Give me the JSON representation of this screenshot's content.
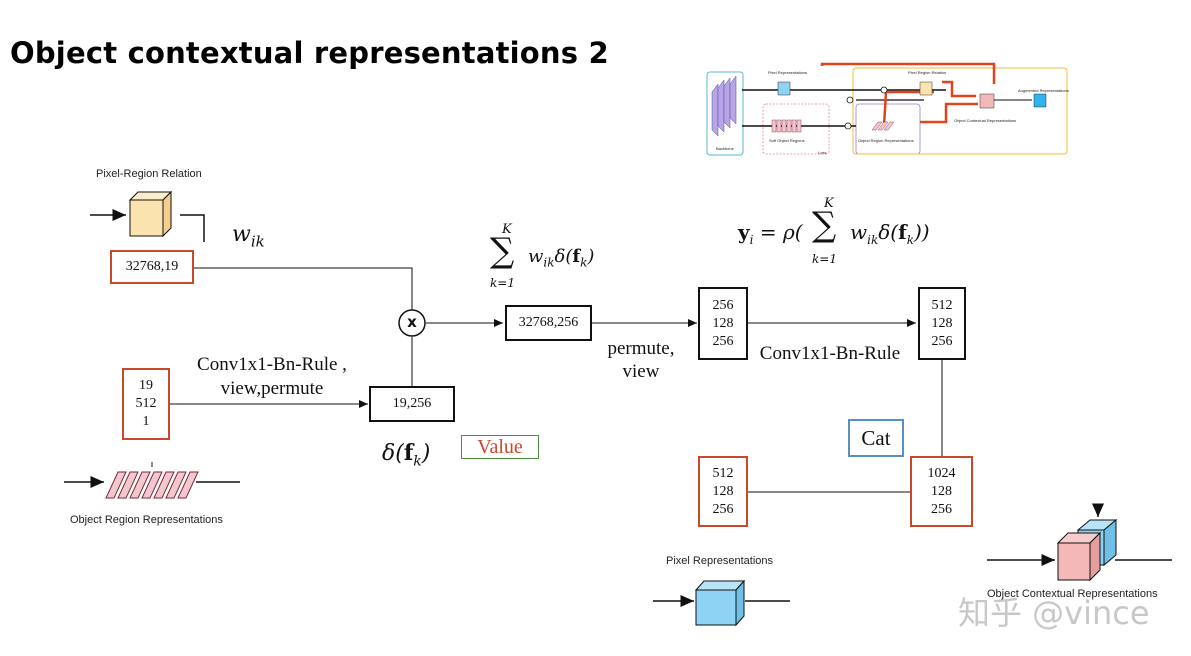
{
  "title": "Object contextual representations 2",
  "nodes": {
    "pixel_region_relation": {
      "caption": "Pixel-Region Relation",
      "shape": "32768,19"
    },
    "object_region": {
      "caption": "Object Region Representations",
      "shape": [
        "19",
        "512",
        "1"
      ]
    },
    "value": {
      "shape": "19,256"
    },
    "product": {
      "shape": "32768,256"
    },
    "permuted": {
      "shape": [
        "256",
        "128",
        "256"
      ]
    },
    "conv_out": {
      "shape": [
        "512",
        "128",
        "256"
      ]
    },
    "pixel_repr": {
      "caption": "Pixel Representations",
      "shape": [
        "512",
        "128",
        "256"
      ]
    },
    "concat": {
      "shape": [
        "1024",
        "128",
        "256"
      ]
    },
    "ocr": {
      "caption": "Object Contextual Representations"
    }
  },
  "operators": {
    "multiply": "x",
    "conv_view_permute_line1": "Conv1x1-Bn-Rule ,",
    "conv_view_permute_line2": "view,permute",
    "permute_view_line1": "permute,",
    "permute_view_line2": "view",
    "conv": "Conv1x1-Bn-Rule"
  },
  "tags": {
    "value": "Value",
    "cat": "Cat"
  },
  "math": {
    "w_ik": "w_ik",
    "sum_expr": "Σ_{k=1}^{K} w_ik δ(f_k)",
    "y_expr": "y_i = ρ(Σ_{k=1}^{K} w_ik δ(f_k))",
    "delta": "δ(f_k)"
  },
  "mini_diagram": {
    "labels": {
      "pixel_repr": "Pixel Representations",
      "pixel_region": "Pixel Region Relation",
      "augmented": "Augmented Representations",
      "soft_object": "Soft Object Regions",
      "object_region": "Object Region Representations",
      "ocr": "Object Contextual Representations",
      "backbone": "Backbone",
      "loss": "Loss"
    }
  },
  "watermark": "知乎 @vince",
  "colors": {
    "red_border": "#c9482b",
    "green_border": "#4a8f3c",
    "blue_border": "#5a8fc2",
    "cube_yellow": "#fbe3b0",
    "cube_blue": "#8fd3f4",
    "cube_pink": "#f4b8b8"
  }
}
